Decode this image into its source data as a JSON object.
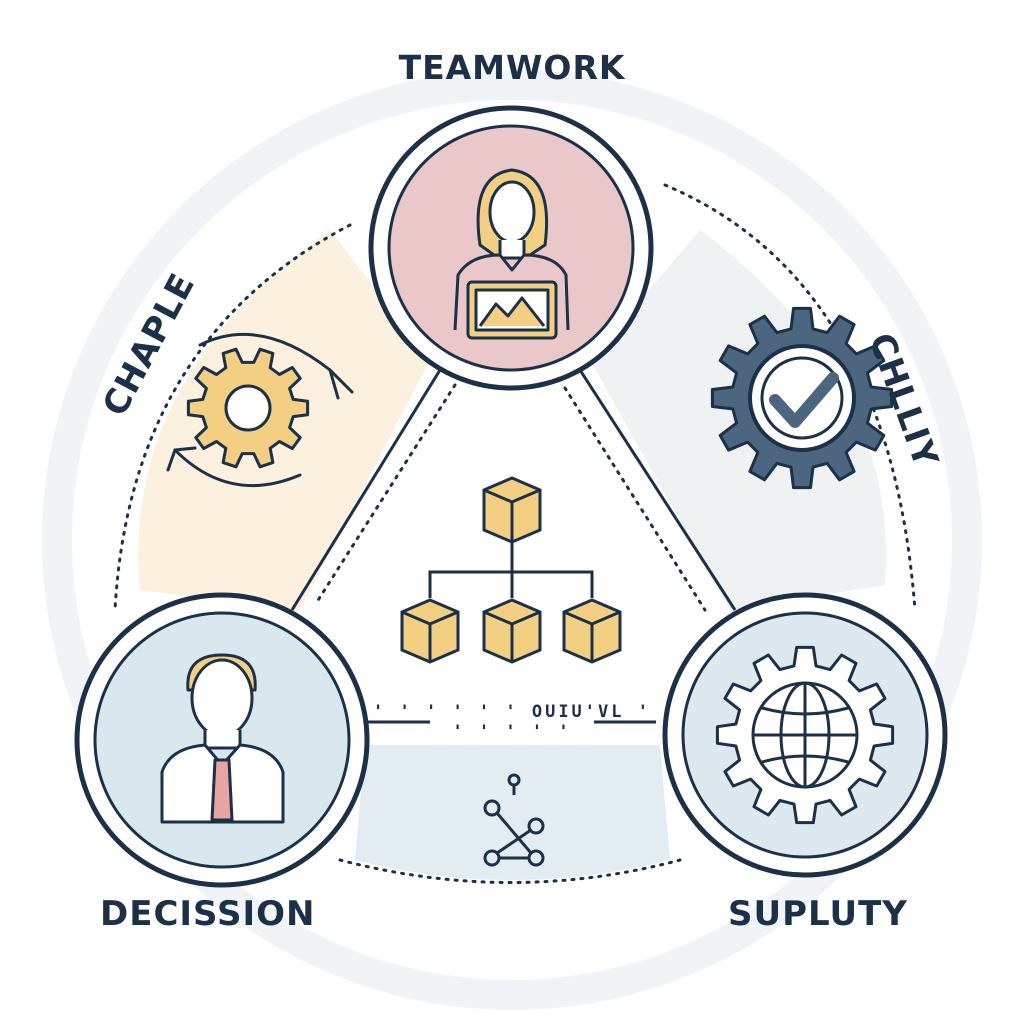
{
  "diagram": {
    "labels": {
      "top": "TEAMWORK",
      "left": "CHAPLE",
      "right": "CHLLIY",
      "bottom_left": "DECISSION",
      "bottom_right": "SUPLUTY",
      "center": "' ' ' ' ' ' OUIU'VL ' ' ' ' ' '"
    },
    "nodes": [
      {
        "id": "top",
        "icon": "woman-with-tablet-icon",
        "fill": "#eac7c8"
      },
      {
        "id": "bottom-left",
        "icon": "businessman-icon",
        "fill": "#d9e8ee"
      },
      {
        "id": "bottom-right",
        "icon": "globe-gear-icon",
        "fill": "#dde9ee"
      }
    ],
    "side_icons": [
      {
        "id": "left",
        "icon": "gear-cycle-icon"
      },
      {
        "id": "right",
        "icon": "gear-checkmark-icon"
      },
      {
        "id": "center",
        "icon": "hierarchy-boxes-icon"
      },
      {
        "id": "bottom",
        "icon": "network-nodes-icon"
      }
    ],
    "colors": {
      "outline": "#1c3147",
      "gold": "#f2cf82",
      "gear_blue": "#4d6680",
      "pink": "#eac7c8",
      "light_blue": "#d9e8ee"
    }
  }
}
